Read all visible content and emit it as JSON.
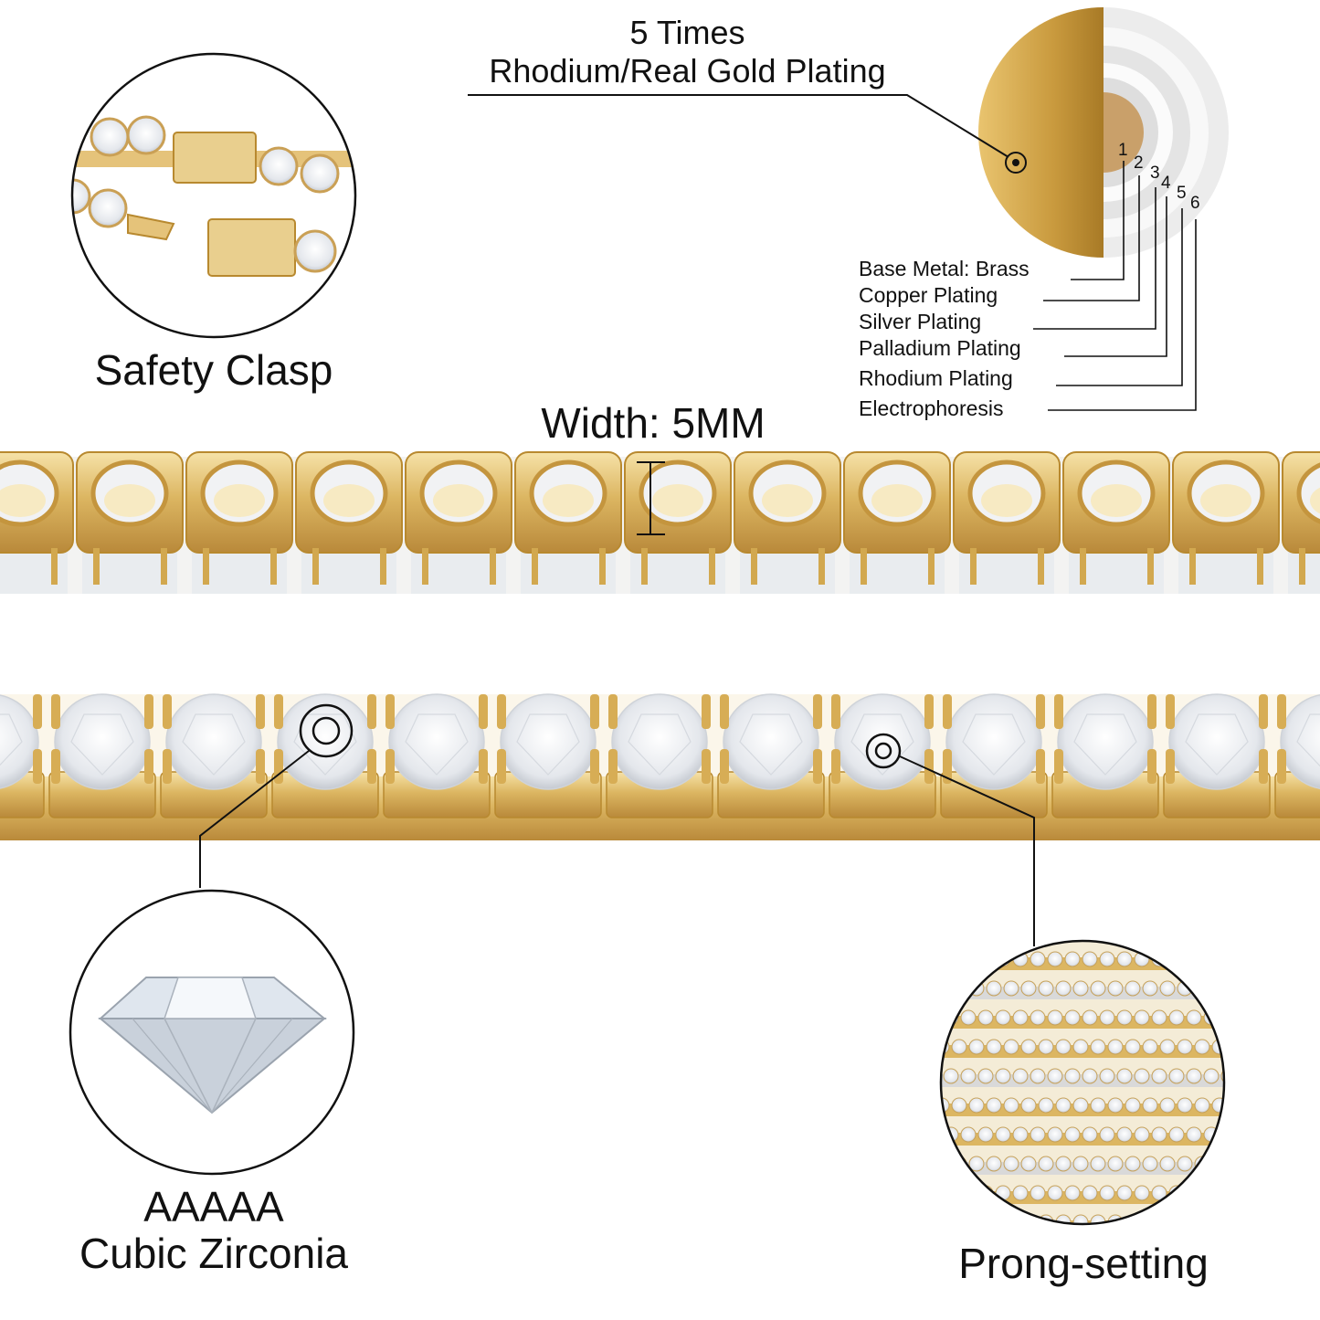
{
  "plating": {
    "title_line1": "5 Times",
    "title_line2": "Rhodium/Real Gold Plating",
    "layer_numbers": [
      "1",
      "2",
      "3",
      "4",
      "5",
      "6"
    ],
    "layers": [
      "Base Metal: Brass",
      "Copper Plating",
      "Silver Plating",
      "Palladium Plating",
      "Rhodium Plating",
      "Electrophoresis"
    ]
  },
  "features": {
    "clasp_label": "Safety Clasp",
    "width_label": "Width: 5MM",
    "stone_label_line1": "AAAAA",
    "stone_label_line2": "Cubic Zirconia",
    "setting_label": "Prong-setting"
  },
  "colors": {
    "gold": "#d9b25a",
    "gold_dark": "#b8892f",
    "copper": "#c9a06a",
    "stone": "#eef0f3"
  }
}
